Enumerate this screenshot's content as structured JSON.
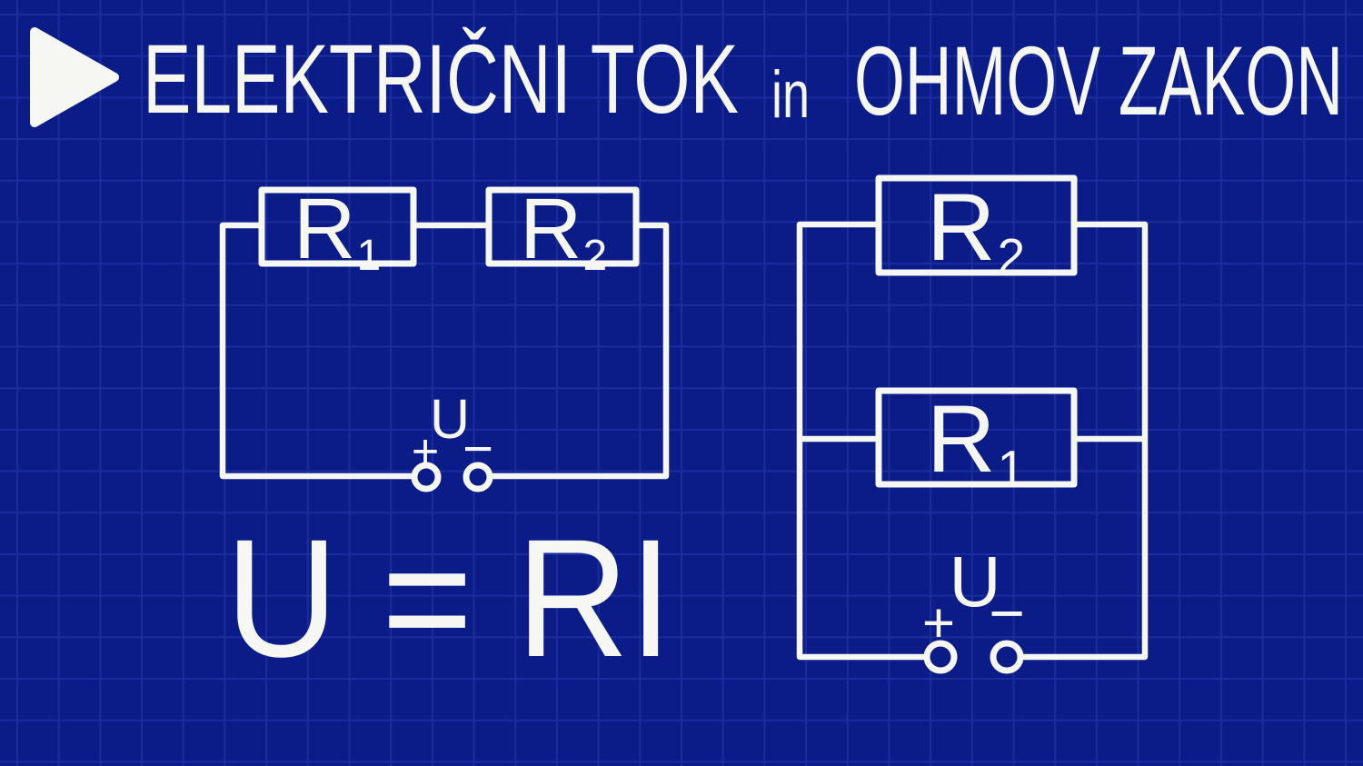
{
  "page": {
    "colors": {
      "background": "#0b1c88",
      "grid_line": "#1b2d9e",
      "ink": "#f6f6f2"
    }
  },
  "header": {
    "play_icon": "play-triangle",
    "title_part1": "ELEKTRIČNI TOK",
    "title_connector": "in",
    "title_part2": "OHMOV ZAKON"
  },
  "series_circuit": {
    "resistor1": {
      "symbol": "R",
      "subscript": "1"
    },
    "resistor2": {
      "symbol": "R",
      "subscript": "2"
    },
    "source": {
      "label": "U",
      "plus": "+",
      "minus": "−"
    }
  },
  "parallel_circuit": {
    "resistor_top": {
      "symbol": "R",
      "subscript": "2"
    },
    "resistor_bottom": {
      "symbol": "R",
      "subscript": "1"
    },
    "source": {
      "label": "U",
      "plus": "+",
      "minus": "−"
    }
  },
  "formula": {
    "text": "U = RI"
  }
}
